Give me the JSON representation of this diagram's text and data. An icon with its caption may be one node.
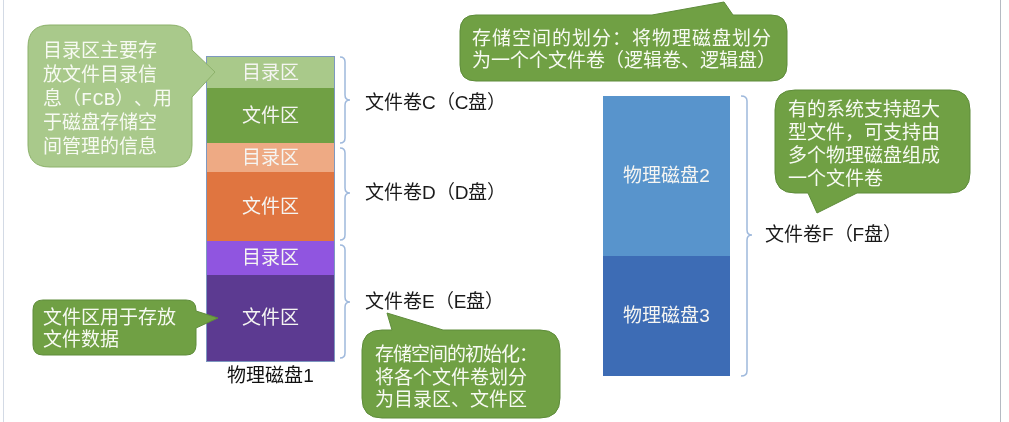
{
  "diagram": {
    "nodes": [
      {
        "text": [
          "目录区主要存放文件目录信息（FCB）、用于磁盘存储空间管理的信息"
        ]
      },
      {
        "text": [
          "存储空间的划分：将物理磁盘划分为一个个文件卷（逻辑卷、逻辑盘）"
        ]
      },
      {
        "text": [],
        "shape": "box",
        "beside": [
          "物理磁盘1"
        ]
      },
      {
        "text": [
          "目录区"
        ],
        "in": 2
      },
      {
        "text": [
          "文件区"
        ],
        "in": 2
      },
      {
        "text": [
          "目录区"
        ],
        "in": 2
      },
      {
        "text": [
          "文件区"
        ],
        "in": 2
      },
      {
        "text": [
          "目录区"
        ],
        "in": 2
      },
      {
        "text": [
          "文件区"
        ],
        "in": 2
      },
      {
        "text": [
          "物理磁盘2"
        ]
      },
      {
        "text": [
          "物理磁盘3"
        ]
      },
      {
        "text": [
          "有的系统支持超大型文件，可支持由多个物理磁盘组成一个文件卷"
        ]
      },
      {
        "text": [
          "文件区用于存放文件数据"
        ]
      },
      {
        "text": [
          "存储空间的初始化：将各个文件卷划分为目录区、文件区"
        ]
      }
    ],
    "labels": [
      "文件卷C（C盘）",
      "文件卷D（D盘）",
      "文件卷E（E盘）",
      "文件卷F（F盘）"
    ]
  }
}
